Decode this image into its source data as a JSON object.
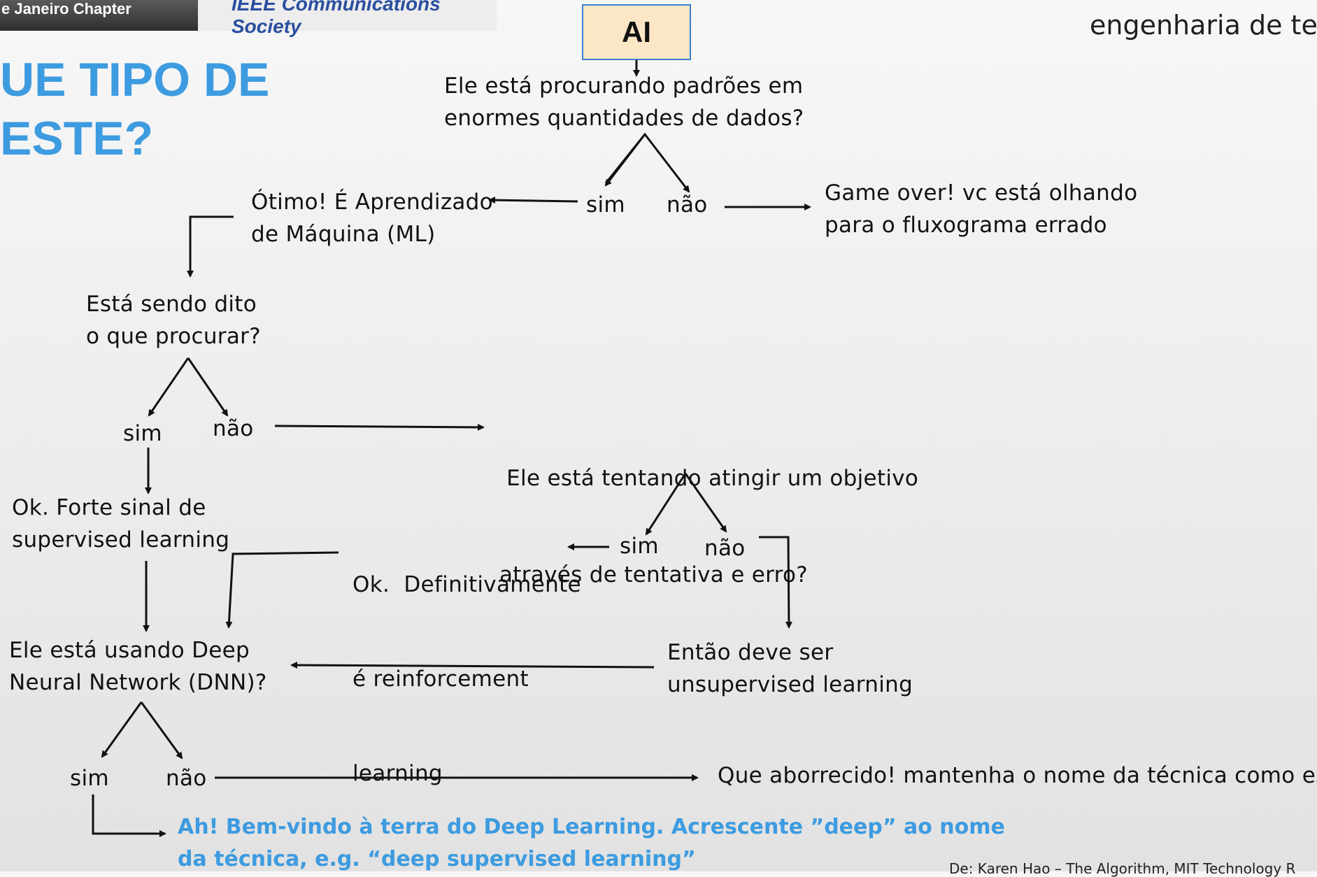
{
  "header": {
    "chapter_label": "e Janeiro Chapter",
    "society_label": "IEEE Communications Society",
    "right_logo_text": "engenharia de telem"
  },
  "title": {
    "line1": "UE TIPO DE",
    "line2": "ESTE?"
  },
  "ai_box": {
    "label": "AI"
  },
  "nodes": {
    "q_patterns": [
      "Ele está procurando padrões em",
      "enormes quantidades de dados?"
    ],
    "ml": [
      "Ótimo! É Aprendizado",
      "de Máquina (ML)"
    ],
    "game_over": [
      "Game over! vc está olhando",
      "para o fluxograma errado"
    ],
    "q_told": [
      "Está sendo dito",
      "o que procurar?"
    ],
    "q_trial": [
      " Ele está tentando atingir um objetivo",
      "através de tentativa e erro?"
    ],
    "supervised": [
      "Ok. Forte sinal de",
      "supervised learning"
    ],
    "reinforcement": [
      "Ok.  Definitivamente",
      "é reinforcement",
      "learning"
    ],
    "q_dnn": [
      "Ele está usando Deep",
      "Neural Network (DNN)?"
    ],
    "unsupervised": [
      "Então deve ser",
      "unsupervised learning"
    ],
    "boring": "Que aborrecido! mantenha o nome da técnica como está",
    "deep": [
      "Ah! Bem-vindo à terra do Deep Learning. Acrescente ”deep” ao nome",
      "da técnica, e.g. “deep supervised learning”"
    ]
  },
  "branches": {
    "b1_sim": "sim",
    "b1_nao": "não",
    "b2_sim": "sim",
    "b2_nao": "não",
    "b3_sim": "sim",
    "b3_nao": "não",
    "b4_sim": "sim",
    "b4_nao": "não"
  },
  "credit": "De: Karen Hao – The Algorithm, MIT Technology R",
  "colors": {
    "accent_blue": "#3d9be0",
    "ai_box_fill": "#fbe7c6",
    "ai_box_border": "#3a7fd0"
  }
}
